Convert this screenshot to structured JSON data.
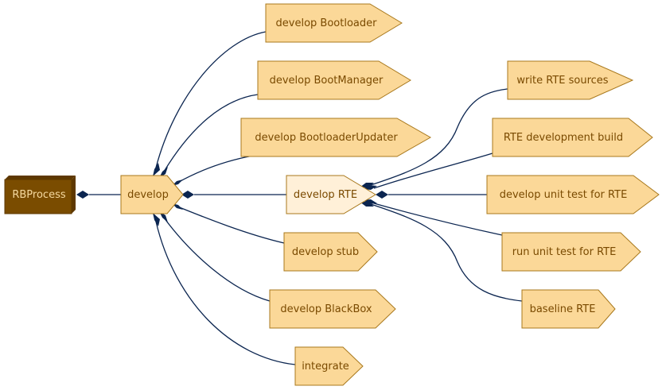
{
  "colors": {
    "root_fill": "#7a4c00",
    "root_side": "#5e3800",
    "node_fill": "#fbd898",
    "node_highlight_fill": "#fff0d8",
    "node_stroke": "#a8781c",
    "edge": "#0b2550",
    "text": "#7a4a00",
    "root_text": "#f5d9a0"
  },
  "nodes": {
    "root": "RBProcess",
    "develop": "develop",
    "develop_bootloader": "develop Bootloader",
    "develop_bootmanager": "develop BootManager",
    "develop_bootloaderupdater": "develop BootloaderUpdater",
    "develop_rte": "develop RTE",
    "develop_stub": "develop stub",
    "develop_blackbox": "develop BlackBox",
    "integrate": "integrate",
    "write_rte_sources": "write RTE sources",
    "rte_development_build": "RTE development build",
    "develop_unit_test_rte": "develop unit test for RTE",
    "run_unit_test_rte": "run unit test for RTE",
    "baseline_rte": "baseline RTE"
  }
}
